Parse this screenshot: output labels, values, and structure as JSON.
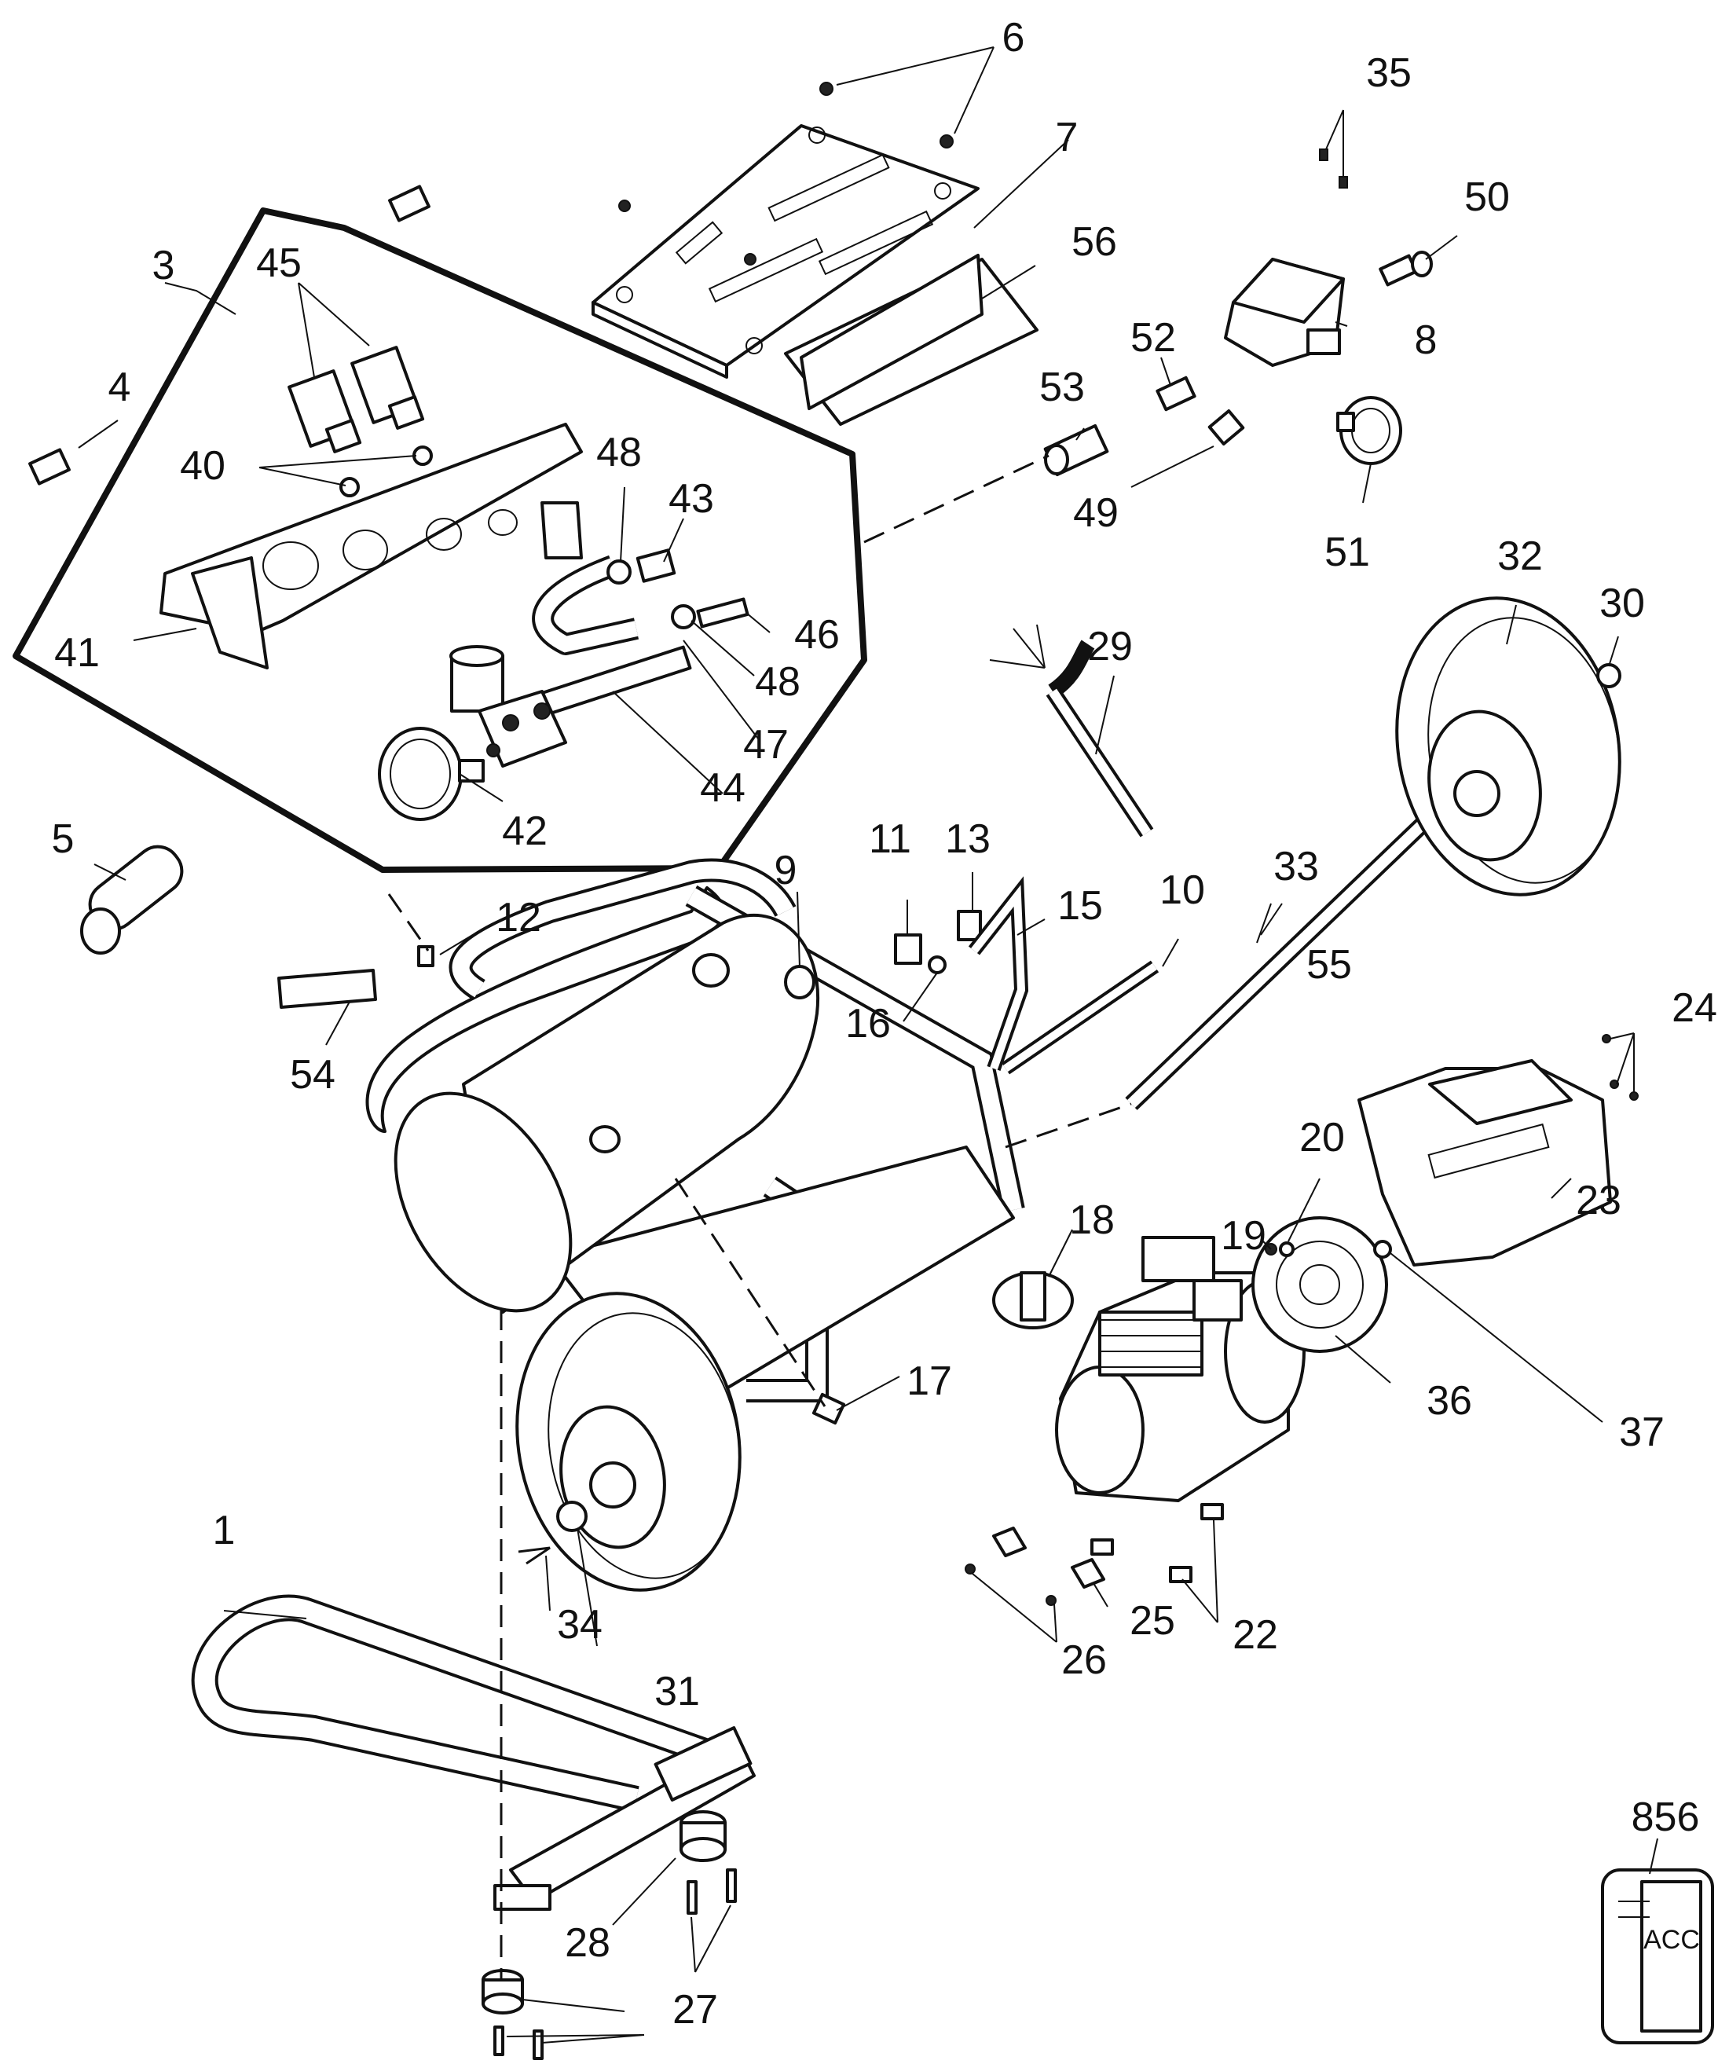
{
  "callouts": [
    "1",
    "3",
    "4",
    "5",
    "6",
    "7",
    "8",
    "9",
    "10",
    "11",
    "12",
    "13",
    "15",
    "16",
    "17",
    "18",
    "19",
    "20",
    "22",
    "23",
    "24",
    "25",
    "26",
    "27",
    "28",
    "29",
    "30",
    "31",
    "32",
    "33",
    "34",
    "35",
    "36",
    "37",
    "40",
    "41",
    "42",
    "43",
    "44",
    "45",
    "46",
    "47",
    "48",
    "48",
    "49",
    "50",
    "51",
    "52",
    "53",
    "54",
    "55",
    "56",
    "856"
  ],
  "kit_label": "ACC"
}
